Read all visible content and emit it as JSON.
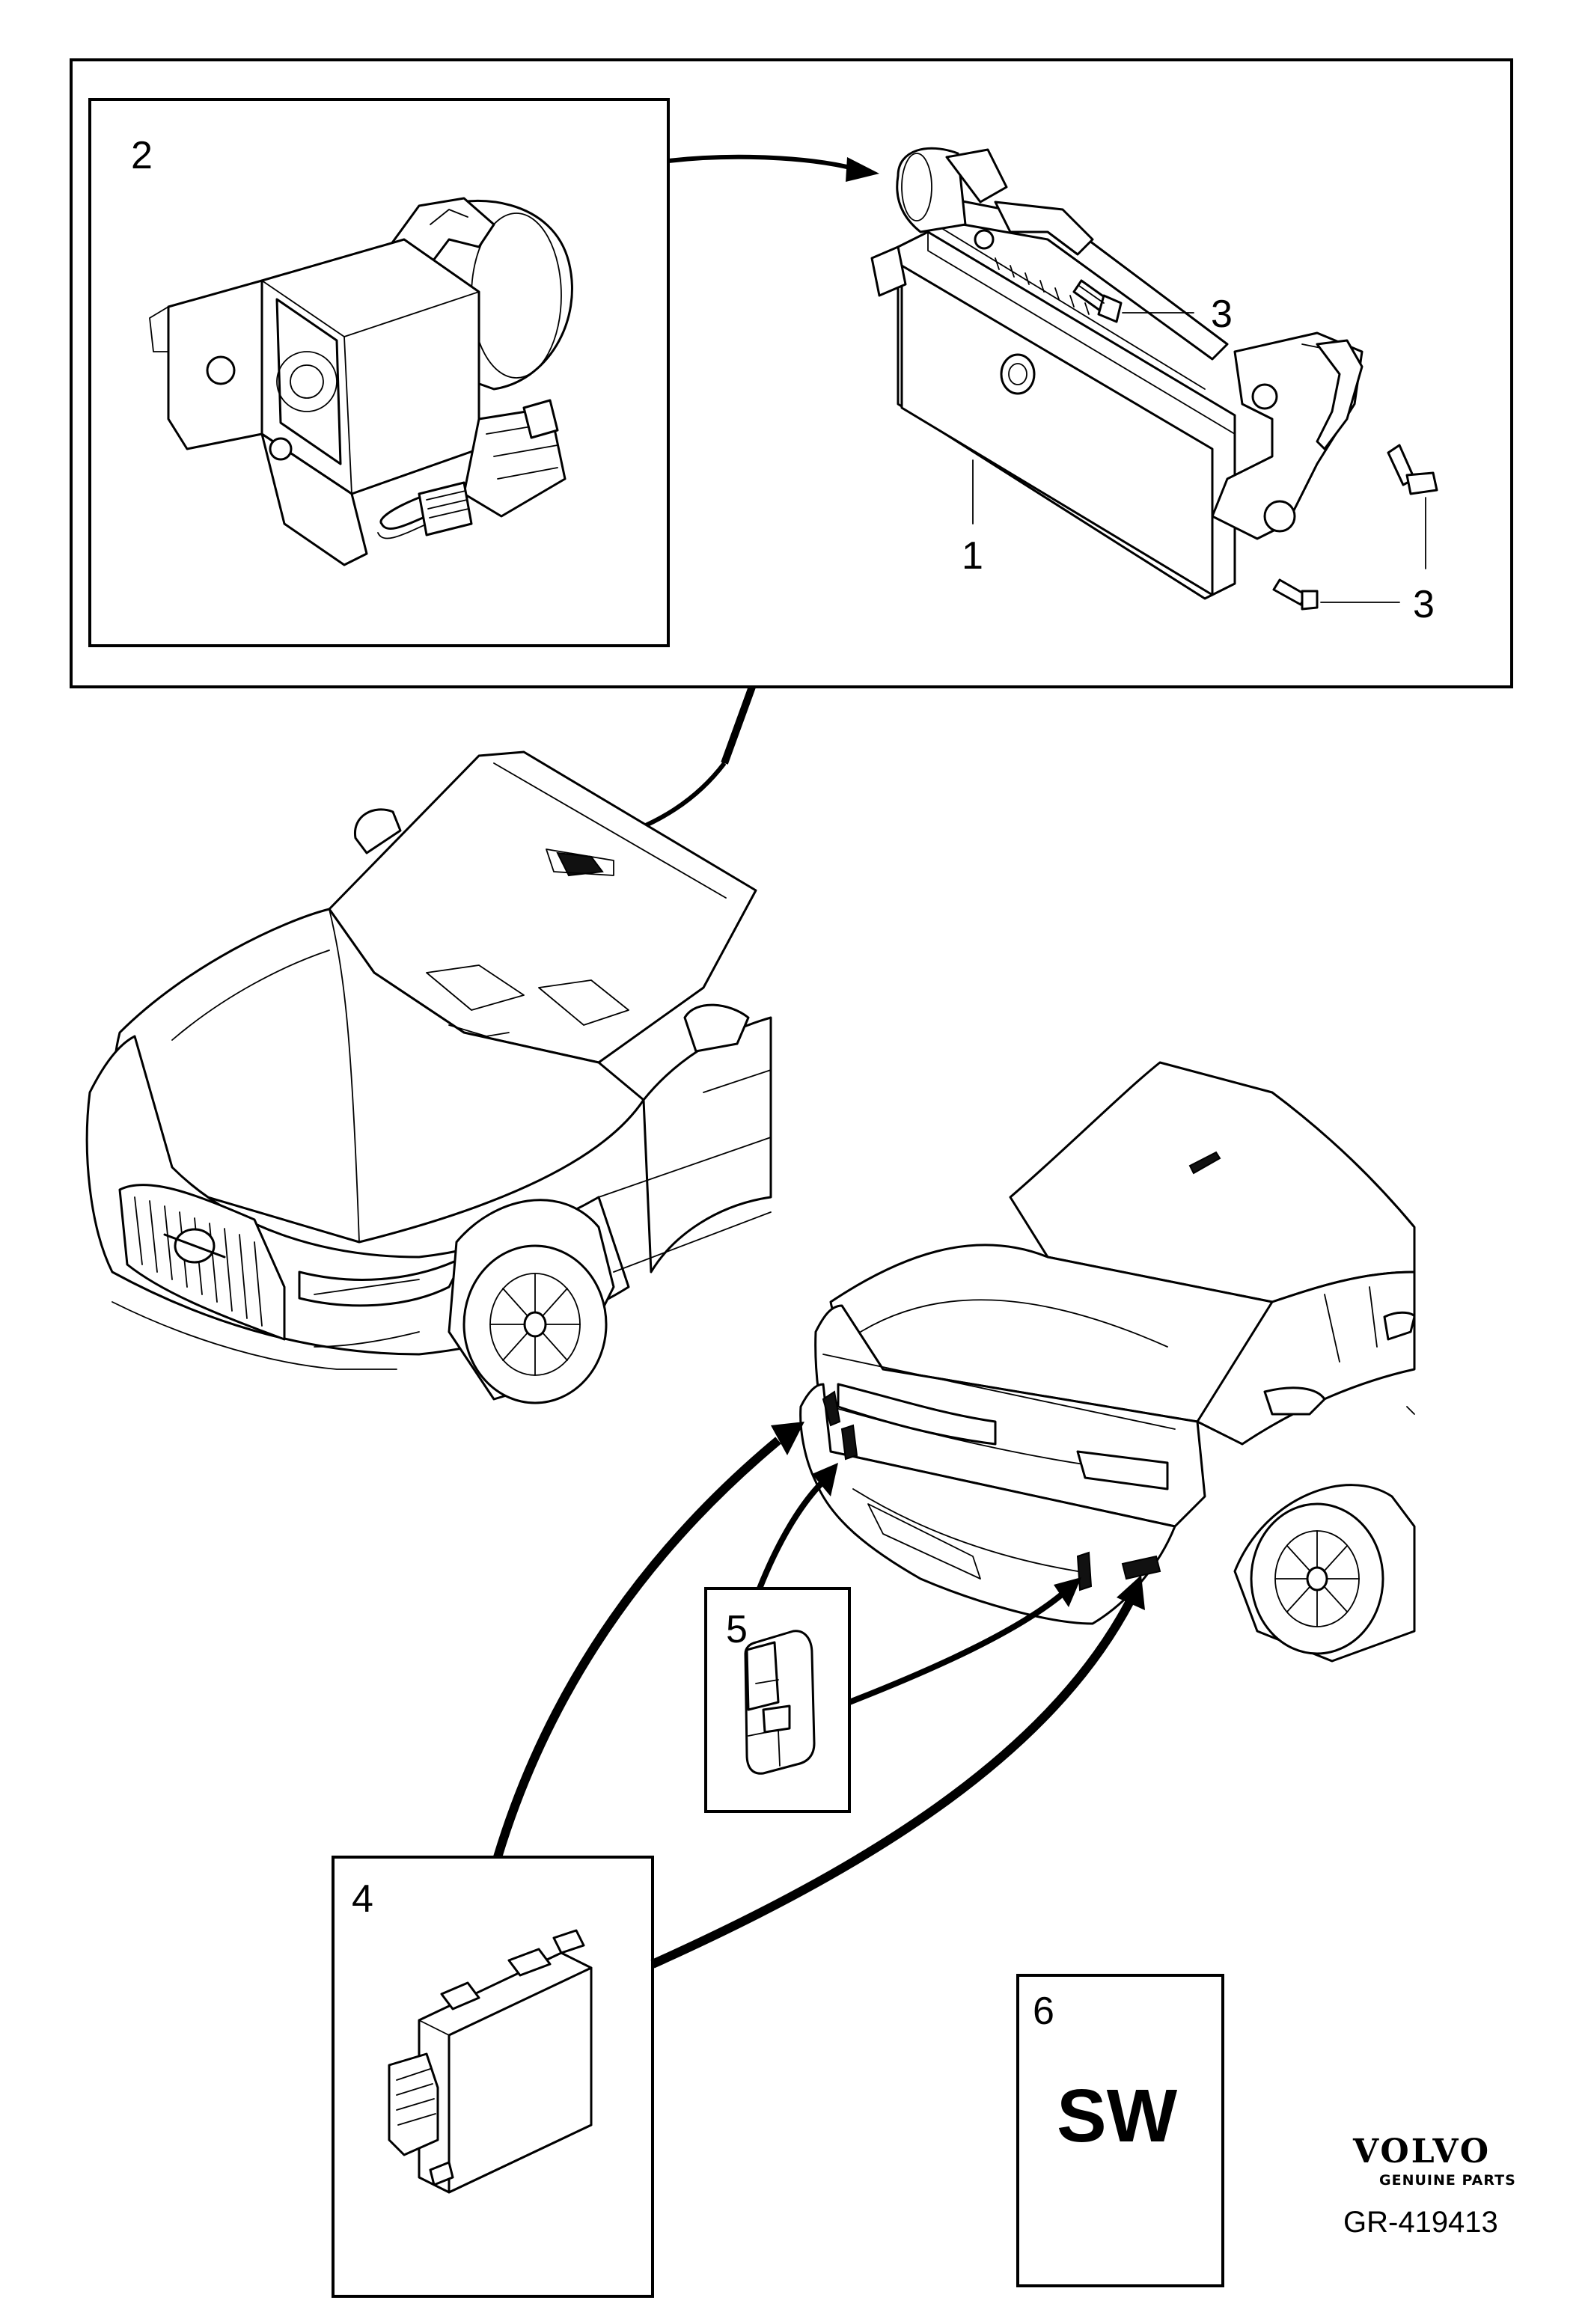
{
  "callouts": {
    "c1": "1",
    "c2": "2",
    "c3a": "3",
    "c3b": "3",
    "c4": "4",
    "c5": "5",
    "c6": "6"
  },
  "sw_label": "SW",
  "branding": {
    "brand": "VOLVO",
    "sub": "GENUINE PARTS"
  },
  "reference": "GR-419413",
  "icons": [
    "camera-module-icon",
    "radar-sensor-icon",
    "sensor-bracket-icon",
    "car-front-icon",
    "car-rear-icon",
    "bolt-icon",
    "wiring-connector-icon"
  ]
}
